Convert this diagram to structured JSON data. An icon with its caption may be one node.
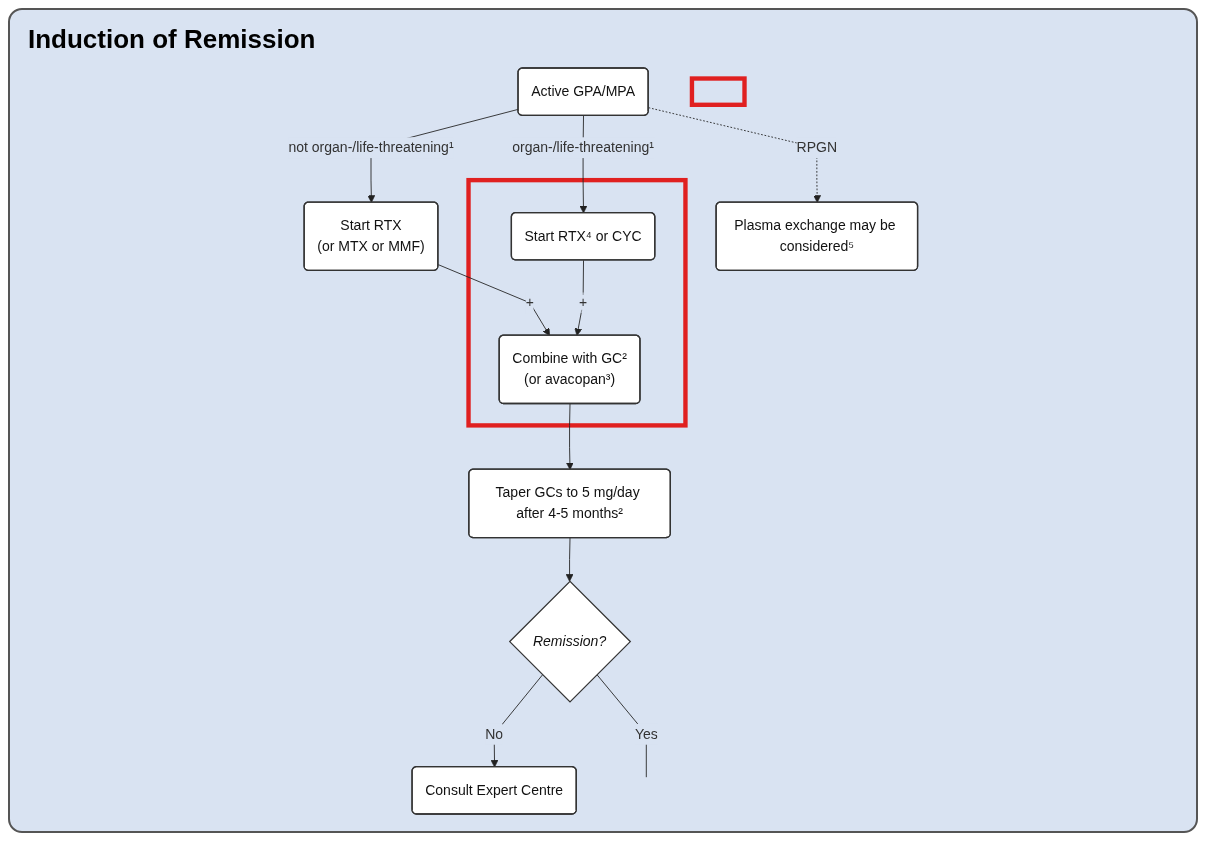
{
  "diagram": {
    "title": "Induction of Remission",
    "nodes": [
      {
        "text": [
          "Active GPA/MPA"
        ]
      },
      {
        "text": [],
        "shape": "box"
      },
      {
        "text": [
          "Start RTX",
          "(or MTX or MMF)"
        ]
      },
      {
        "text": [],
        "shape": "box"
      },
      {
        "text": [
          "Combine with GC²",
          "(or avacopan³)"
        ],
        "in": 3
      },
      {
        "text": [
          "Start RTX⁴ or CYC"
        ],
        "in": 3
      },
      {
        "text": [
          "Taper GCs to 5 mg/day after 4-5 months²"
        ]
      },
      {
        "text": [
          "Plasma exchange may be considered⁵"
        ]
      },
      {
        "text": [
          "Remission?"
        ]
      },
      {
        "text": [
          "Consult Expert Centre"
        ]
      }
    ],
    "edges": [
      {
        "from": 0,
        "to": 2,
        "arrow": "to",
        "label": "not organ-/life-threatening¹"
      },
      {
        "from": 0,
        "to": 5,
        "arrow": "to",
        "label": "organ-/life-threatening¹"
      },
      {
        "from": 0,
        "to": 7,
        "arrow": "to",
        "label": "RPGN",
        "style": "dashed"
      },
      {
        "from": 2,
        "to": 4,
        "arrow": "to",
        "label": "+"
      },
      {
        "from": 5,
        "to": 4,
        "arrow": "to",
        "label": "+"
      },
      {
        "from": 4,
        "to": 6,
        "arrow": "to"
      },
      {
        "from": 6,
        "to": 8,
        "arrow": "to"
      },
      {
        "from": 8,
        "to": 9,
        "arrow": "to",
        "label": "No"
      },
      {
        "from": 8,
        "to": null,
        "arrow": "none",
        "label": "Yes"
      }
    ]
  }
}
